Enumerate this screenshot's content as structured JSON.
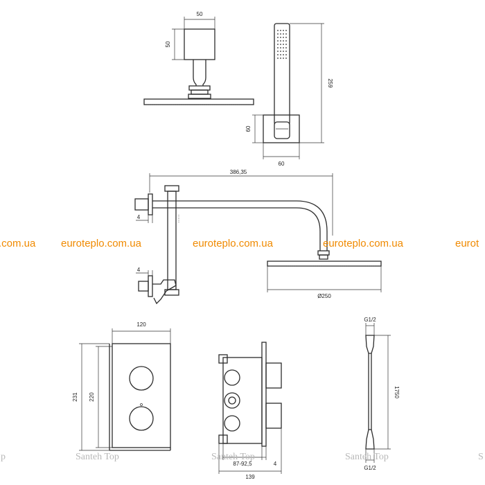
{
  "dimensions": {
    "head_mount_width": "50",
    "head_mount_height": "50",
    "hand_shower_length": "259",
    "holder_height": "60",
    "holder_width": "60",
    "arm_length": "386,35",
    "flange_depth_top": "4",
    "flange_depth_bottom": "4",
    "head_diameter": "Ø250",
    "panel_width": "120",
    "panel_height_outer": "231",
    "panel_height_inner": "220",
    "box_depth_range": "87-92,5",
    "box_offset": "4",
    "box_width": "139",
    "hose_thread_top": "G1/2",
    "hose_thread_bottom": "G1/2",
    "hose_length": "1750"
  },
  "watermarks": {
    "site": "euroteplo.com.ua",
    "site_partial_left": ".com.ua",
    "site_partial_right": "eurot",
    "shop": "Santeh Top",
    "shop_partial_left": "p",
    "shop_partial_right": "S"
  },
  "colors": {
    "line": "#2b2b2b",
    "watermark_site": "#f08a00",
    "watermark_shop": "#b8b8b8"
  }
}
